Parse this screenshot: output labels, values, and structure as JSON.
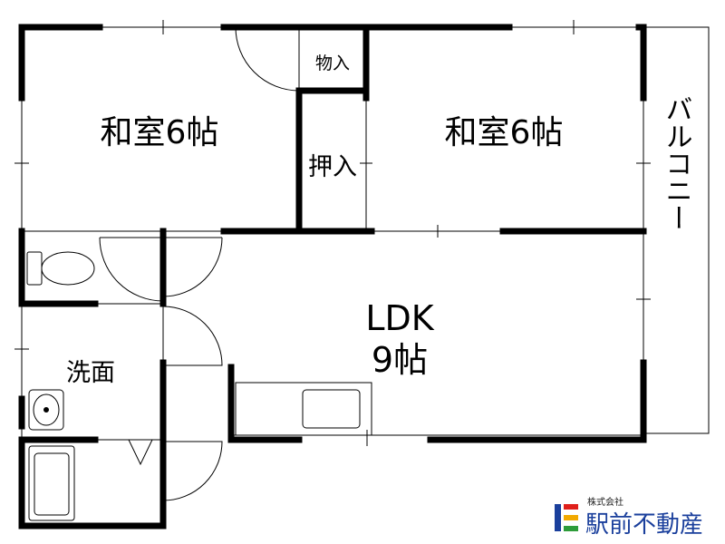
{
  "rooms": {
    "washitsu_left": "和室6帖",
    "washitsu_right": "和室6帖",
    "storage_small": "物入",
    "closet": "押入",
    "ldk_name": "LDK",
    "ldk_size": "9帖",
    "washroom": "洗面",
    "balcony": "バルコニー"
  },
  "logo": {
    "kaisha": "株式会社",
    "name": "駅前不動産",
    "colors": [
      "#1a3f9c",
      "#e0201b",
      "#f2a900",
      "#2e9c3a"
    ]
  }
}
